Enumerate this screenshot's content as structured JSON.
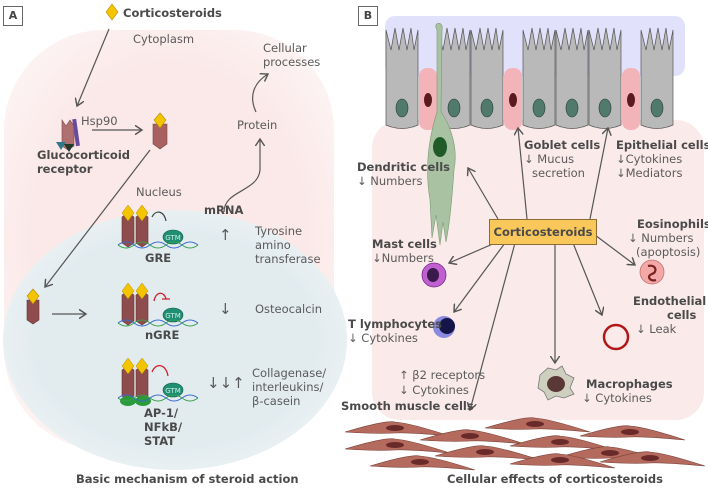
{
  "panel_a": {
    "tag": "A",
    "caption": "Basic mechanism of steroid action",
    "labels": {
      "corticosteroids": "Corticosteroids",
      "cytoplasm": "Cytoplasm",
      "hsp90": "Hsp90",
      "receptor_line1": "Glucocorticoid",
      "receptor_line2": "receptor",
      "cellular_line1": "Cellular",
      "cellular_line2": "processes",
      "protein": "Protein",
      "nucleus": "Nucleus",
      "mrna": "mRNA",
      "gre": "GRE",
      "ngre": "nGRE",
      "ap1_line1": "AP-1/",
      "ap1_line2": "NFkB/",
      "ap1_line3": "STAT",
      "gtm": "GTM"
    },
    "effects": [
      {
        "arrows": "↑",
        "lines": [
          "Tyrosine",
          "amino",
          "transferase"
        ]
      },
      {
        "arrows": "↓",
        "lines": [
          "Osteocalcin"
        ]
      },
      {
        "arrows": "↓↓↑",
        "lines": [
          "Collagenase/",
          "interleukins/",
          "β-casein"
        ]
      }
    ]
  },
  "panel_b": {
    "tag": "B",
    "caption": "Cellular effects of corticosteroids",
    "center": "Corticosteroids",
    "cells": {
      "dendritic": {
        "name": "Dendritic cells",
        "effect": "↓ Numbers"
      },
      "goblet": {
        "name": "Goblet cells",
        "effect1": "↓ Mucus",
        "effect2": "secretion"
      },
      "epithelial": {
        "name": "Epithelial cells",
        "effect1": "↓Cytokines",
        "effect2": "↓Mediators"
      },
      "eosinophils": {
        "name": "Eosinophils",
        "effect1": "↓ Numbers",
        "effect2": "(apoptosis)"
      },
      "mast": {
        "name": "Mast cells",
        "effect": "↓Numbers"
      },
      "t_lymph": {
        "name": "T lymphocytes",
        "effect": "↓ Cytokines"
      },
      "endothelial": {
        "name1": "Endothelial",
        "name2": "cells",
        "effect": "↓ Leak"
      },
      "smooth": {
        "effect1": "↑ β2 receptors",
        "effect2": "↓ Cytokines",
        "name": "Smooth muscle cells"
      },
      "macrophages": {
        "name": "Macrophages",
        "effect": "↓ Cytokines"
      }
    }
  },
  "colors": {
    "cytoplasm": "#fbeaea",
    "nucleus": "#e3edf0",
    "steroid": "#f5c400",
    "receptor": "#9b5a5a",
    "gtm": "#1f8f74",
    "box": "#f9c75a",
    "epithelium": "#b9b9b9",
    "goblet": "#f2b4b8",
    "apical": "#dcdcfa"
  }
}
